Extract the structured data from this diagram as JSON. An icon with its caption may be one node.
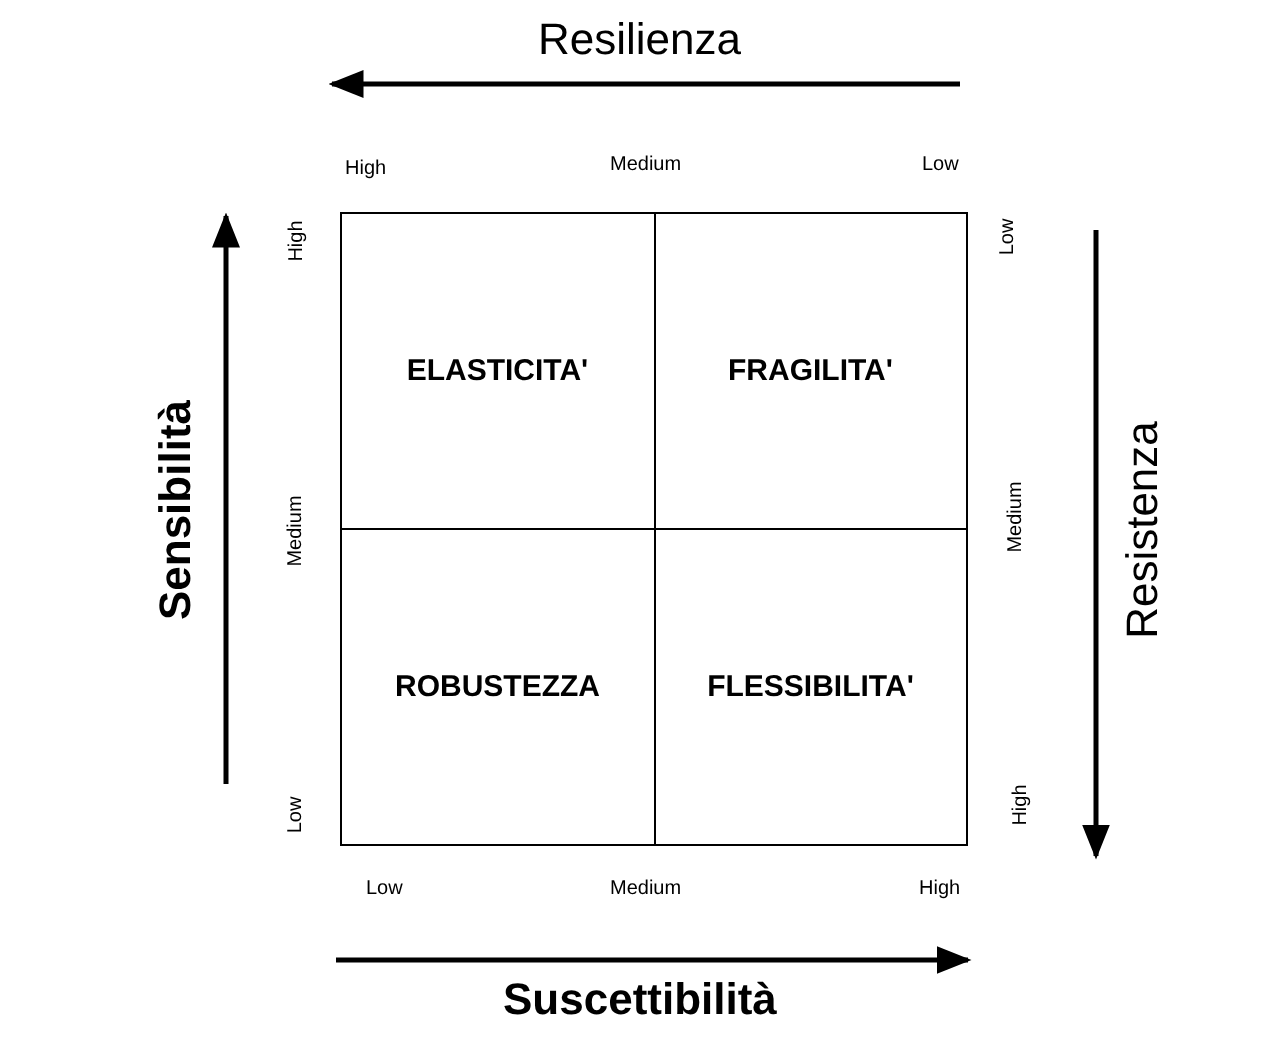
{
  "diagram": {
    "nodes": [
      {
        "text": [
          "ELASTICITA'"
        ]
      },
      {
        "text": [
          "FRAGILITA'"
        ]
      },
      {
        "text": [
          "ROBUSTEZZA"
        ]
      },
      {
        "text": [
          "FLESSIBILITA'"
        ]
      }
    ],
    "labels": [
      "Resilienza",
      "High",
      "Medium",
      "Low",
      "High",
      "Low",
      "Sensibilità",
      "Medium",
      "Medium",
      "Resistenza",
      "Low",
      "High",
      "Low",
      "Medium",
      "High",
      "Suscettibilità"
    ]
  }
}
